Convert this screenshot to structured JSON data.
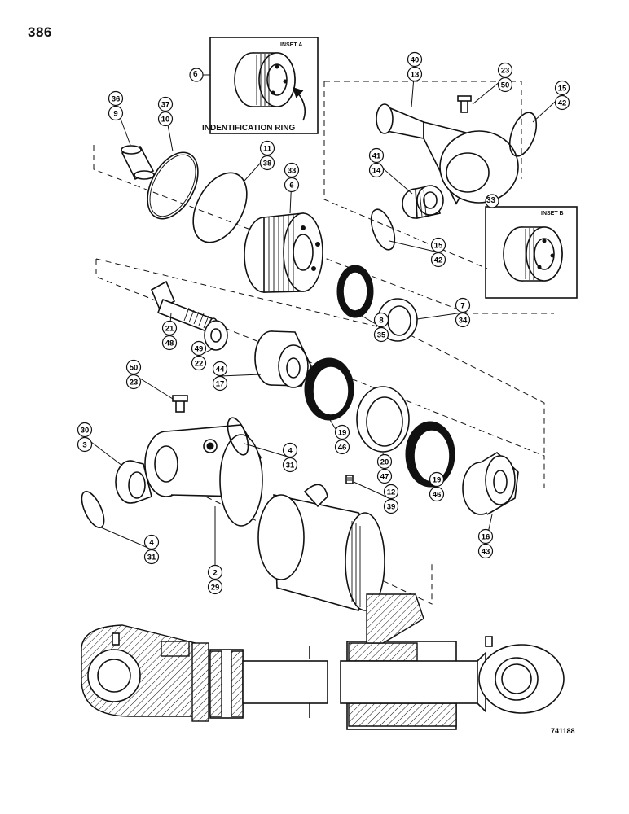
{
  "page_number": "386",
  "figure_number": "741188",
  "inset_a": {
    "title": "INSET A",
    "callout": "INDENTIFICATION RING",
    "part": "6"
  },
  "inset_b": {
    "title": "INSET B",
    "part": "33"
  },
  "callouts": [
    {
      "id": "c-36-9",
      "top": "36",
      "bottom": "9"
    },
    {
      "id": "c-37-10",
      "top": "37",
      "bottom": "10"
    },
    {
      "id": "c-38-11",
      "top": "11",
      "bottom": "38"
    },
    {
      "id": "c-33-6",
      "top": "33",
      "bottom": "6"
    },
    {
      "id": "c-40-13",
      "top": "40",
      "bottom": "13"
    },
    {
      "id": "c-23-50-top",
      "top": "23",
      "bottom": "50"
    },
    {
      "id": "c-15-42-top",
      "top": "15",
      "bottom": "42"
    },
    {
      "id": "c-41-14",
      "top": "41",
      "bottom": "14"
    },
    {
      "id": "c-15-42-mid",
      "top": "15",
      "bottom": "42"
    },
    {
      "id": "c-7-34",
      "top": "7",
      "bottom": "34"
    },
    {
      "id": "c-8-35",
      "top": "8",
      "bottom": "35"
    },
    {
      "id": "c-21-48",
      "top": "21",
      "bottom": "48"
    },
    {
      "id": "c-49-22",
      "top": "49",
      "bottom": "22"
    },
    {
      "id": "c-44-17",
      "top": "44",
      "bottom": "17"
    },
    {
      "id": "c-50-23",
      "top": "50",
      "bottom": "23"
    },
    {
      "id": "c-30-3",
      "top": "30",
      "bottom": "3"
    },
    {
      "id": "c-4-31-mid",
      "top": "4",
      "bottom": "31"
    },
    {
      "id": "c-19-46-a",
      "top": "19",
      "bottom": "46"
    },
    {
      "id": "c-20-47",
      "top": "20",
      "bottom": "47"
    },
    {
      "id": "c-19-46-b",
      "top": "19",
      "bottom": "46"
    },
    {
      "id": "c-12-39",
      "top": "12",
      "bottom": "39"
    },
    {
      "id": "c-4-31-low",
      "top": "4",
      "bottom": "31"
    },
    {
      "id": "c-2-29",
      "top": "2",
      "bottom": "29"
    },
    {
      "id": "c-16-43",
      "top": "16",
      "bottom": "43"
    }
  ],
  "colors": {
    "ink": "#111111",
    "paper": "#ffffff"
  }
}
